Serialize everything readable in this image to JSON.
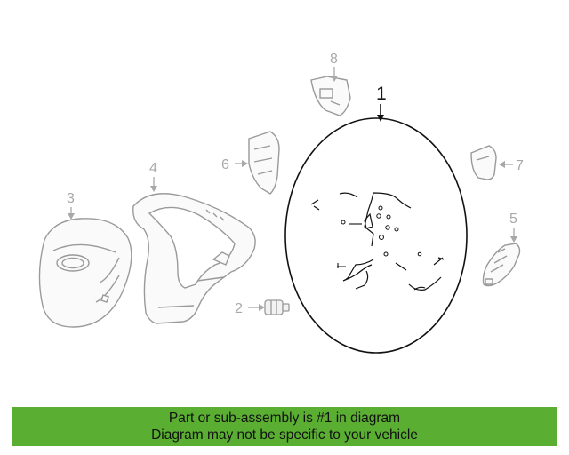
{
  "diagram": {
    "callouts": [
      {
        "label": "1"
      },
      {
        "label": "2"
      },
      {
        "label": "3"
      },
      {
        "label": "4"
      },
      {
        "label": "5"
      },
      {
        "label": "6"
      },
      {
        "label": "7"
      },
      {
        "label": "8"
      }
    ]
  },
  "banner": {
    "line1": "Part or sub-assembly is #1 in diagram",
    "line2": "Diagram may not be specific to your vehicle",
    "color": "#5aaf32"
  }
}
